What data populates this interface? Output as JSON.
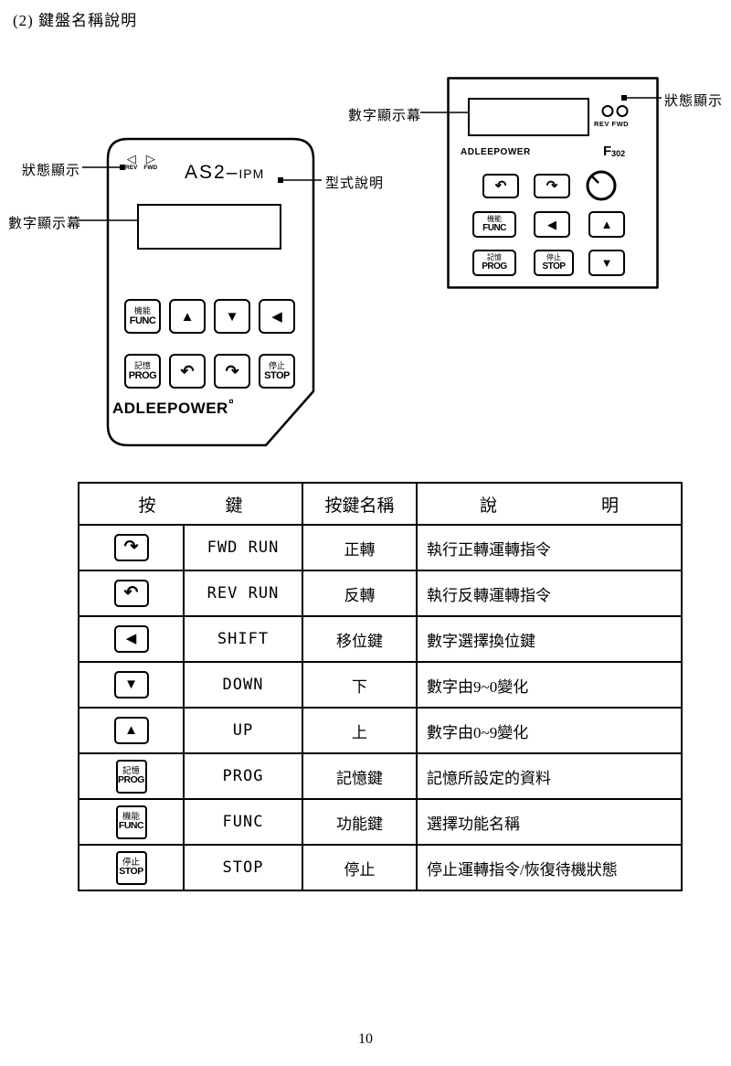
{
  "page": {
    "title": "(2) 鍵盤名稱說明",
    "page_number": "10"
  },
  "left_keypad": {
    "callout_status": "狀態顯示",
    "callout_display": "數字顯示幕",
    "callout_model": "型式說明",
    "rev_arrow": "◁",
    "fwd_arrow": "▷",
    "rev": "REV",
    "fwd": "FWD",
    "model_main": "AS2–",
    "model_sub": "IPM",
    "brand": "ADLEEPOWER",
    "btn_func_small": "機能",
    "btn_func": "FUNC",
    "btn_prog_small": "記憶",
    "btn_prog": "PROG",
    "btn_stop_small": "停止",
    "btn_stop": "STOP",
    "glyph_up": "▲",
    "glyph_down": "▼",
    "glyph_left": "◀",
    "glyph_rev": "↶",
    "glyph_fwd": "↷"
  },
  "right_keypad": {
    "callout_display": "數字顯示幕",
    "callout_status": "狀態顯示",
    "brand": "ADLEEPOWER",
    "model_main": "F",
    "model_sub": "302",
    "rev_fwd": "REV FWD",
    "btn_func_small": "機能",
    "btn_func": "FUNC",
    "btn_prog_small": "記憶",
    "btn_prog": "PROG",
    "btn_stop_small": "停止",
    "btn_stop": "STOP",
    "glyph_up": "▲",
    "glyph_down": "▼",
    "glyph_left": "◀",
    "glyph_rev": "↶",
    "glyph_fwd": "↷"
  },
  "table": {
    "header_key": "按　　　　鍵",
    "header_name": "按鍵名稱",
    "header_desc": "說　　　　　　明",
    "rows": [
      {
        "icon_small": "",
        "icon": "↷",
        "key": "FWD RUN",
        "name": "正轉",
        "desc": "執行正轉運轉指令"
      },
      {
        "icon_small": "",
        "icon": "↶",
        "key": "REV RUN",
        "name": "反轉",
        "desc": "執行反轉運轉指令"
      },
      {
        "icon_small": "",
        "icon": "◀",
        "key": "SHIFT",
        "name": "移位鍵",
        "desc": "數字選擇換位鍵"
      },
      {
        "icon_small": "",
        "icon": "▼",
        "key": "DOWN",
        "name": "下",
        "desc": "數字由9~0變化"
      },
      {
        "icon_small": "",
        "icon": "▲",
        "key": "UP",
        "name": "上",
        "desc": "數字由0~9變化"
      },
      {
        "icon_small": "記憶",
        "icon": "PROG",
        "key": "PROG",
        "name": "記憶鍵",
        "desc": "記憶所設定的資料"
      },
      {
        "icon_small": "機能",
        "icon": "FUNC",
        "key": "FUNC",
        "name": "功能鍵",
        "desc": "選擇功能名稱"
      },
      {
        "icon_small": "停止",
        "icon": "STOP",
        "key": "STOP",
        "name": "停止",
        "desc": "停止運轉指令/恢復待機狀態"
      }
    ]
  }
}
